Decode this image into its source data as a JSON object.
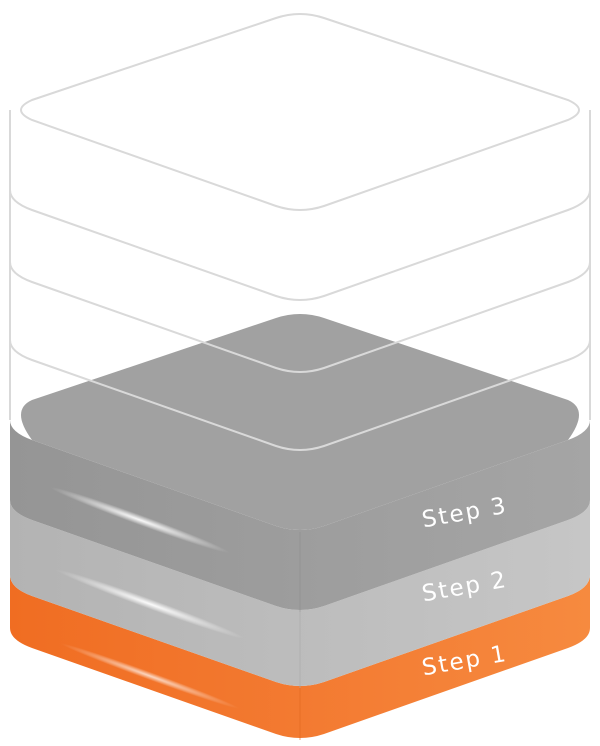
{
  "diagram": {
    "steps": [
      {
        "label": "Step 1",
        "color": "#f47a30"
      },
      {
        "label": "Step 2",
        "color": "#bdbdbd"
      },
      {
        "label": "Step 3",
        "color": "#9c9c9c"
      }
    ],
    "empty_layer_stroke": "#d9d9d9"
  }
}
